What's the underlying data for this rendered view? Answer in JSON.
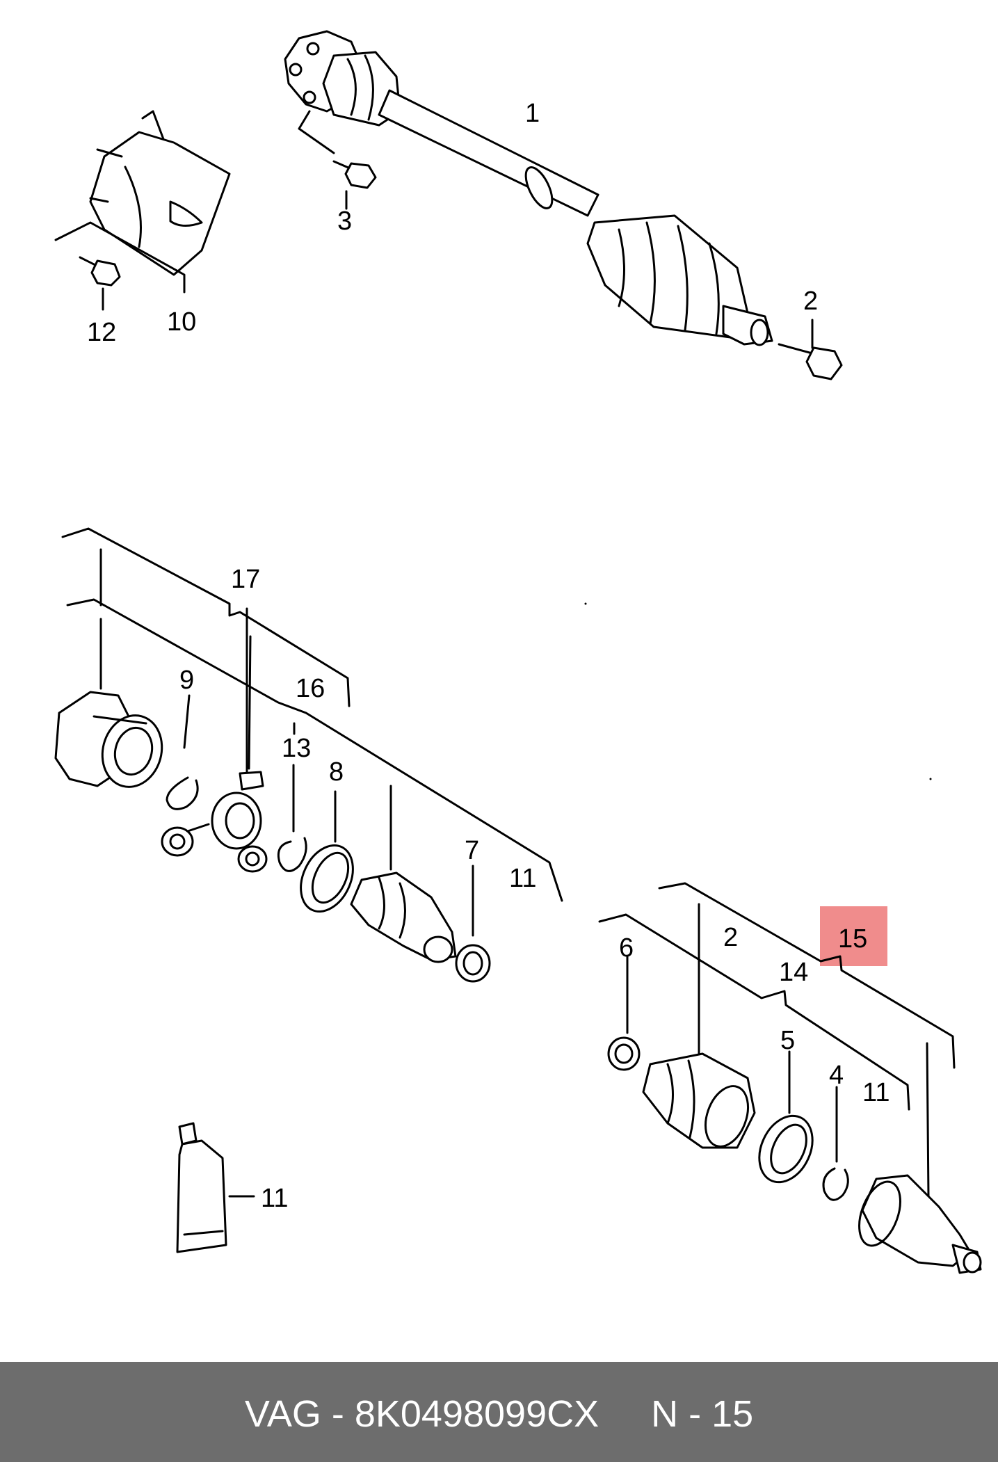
{
  "diagram": {
    "callouts": {
      "c1": "1",
      "c2_top": "2",
      "c3": "3",
      "c10": "10",
      "c12": "12",
      "c17": "17",
      "c16": "16",
      "c9": "9",
      "c13": "13",
      "c8": "8",
      "c7": "7",
      "c11_a": "11",
      "c6": "6",
      "c2_b": "2",
      "c15": "15",
      "c14": "14",
      "c5": "5",
      "c4": "4",
      "c11_b": "11",
      "c11_c": "11"
    },
    "highlighted_callout": "15",
    "highlight_color": "#f08c8c"
  },
  "footer": {
    "text": "VAG - 8K0498099CX     N - 15",
    "background": "#6d6d6d"
  }
}
